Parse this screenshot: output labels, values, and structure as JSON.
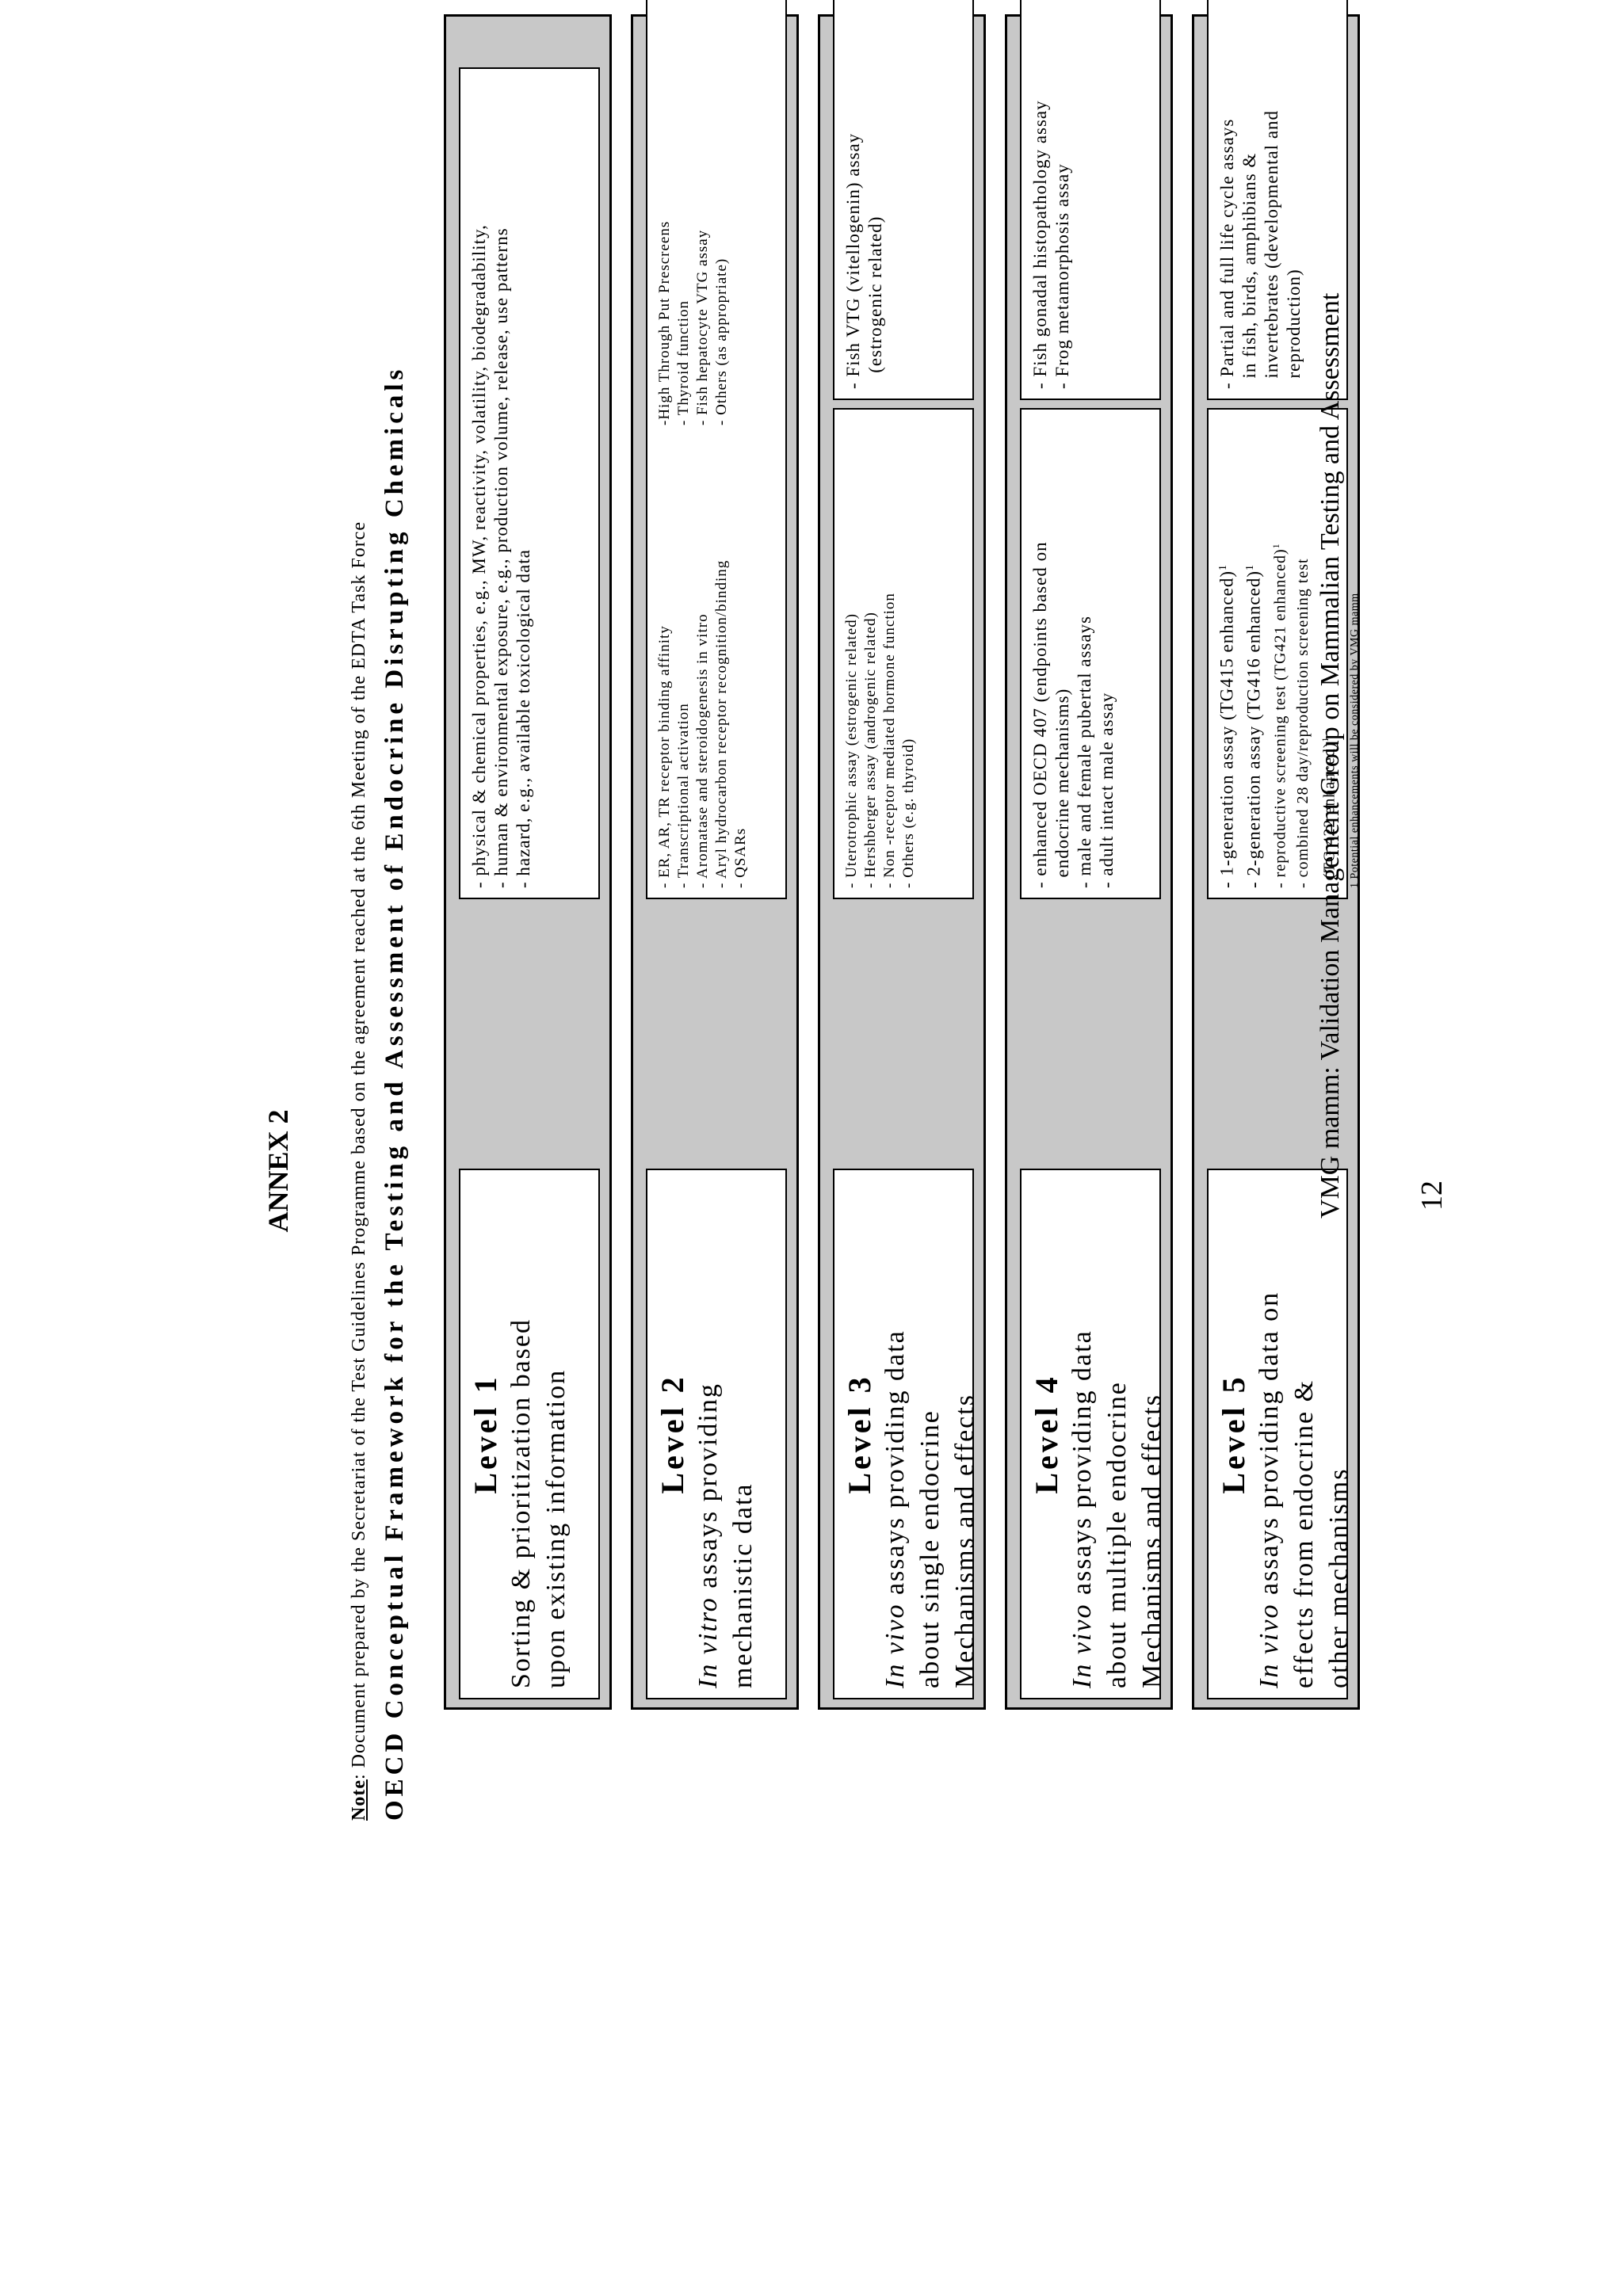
{
  "annex": "ANNEX 2",
  "note_label": "Note",
  "note_text": ": Document prepared by the Secretariat of the Test Guidelines Programme based on the agreement reached at the 6th Meeting of the EDTA Task Force",
  "title": "OECD Conceptual Framework for the Testing and Assessment of Endocrine Disrupting Chemicals",
  "levels": [
    {
      "title": "Level 1",
      "desc_lines": [
        "Sorting & prioritization based",
        "upon existing information"
      ],
      "col1": [
        "- physical & chemical properties, e.g., MW, reactivity, volatility,  biodegradability,",
        "- human & environmental exposure, e.g., production volume, release,  use patterns",
        "- hazard, e.g., available toxicological data"
      ]
    },
    {
      "title": "Level 2",
      "desc_em": "In vitro",
      "desc_rest": " assays providing",
      "desc_line2": "mechanistic data",
      "col1": [
        "- ER, AR, TR  receptor binding affinity",
        "- Transcriptional activation",
        "- Aromatase and steroidogenesis in vitro",
        "- Aryl hydrocarbon receptor recognition/binding",
        "- QSARs"
      ],
      "col2": [
        "-High Through Put Prescreens",
        "- Thyroid function",
        "- Fish hepatocyte VTG assay",
        "- Others (as appropriate)"
      ]
    },
    {
      "title": "Level 3",
      "desc_em": "In vivo",
      "desc_rest": " assays providing data",
      "desc_line2": "about single endocrine",
      "desc_line3": "Mechanisms and effects",
      "col1": [
        "- Uterotrophic assay  (estrogenic related)",
        "- Hershberger assay (androgenic related)",
        "- Non -receptor mediated hormone function",
        "- Others (e.g. thyroid)"
      ],
      "col2": [
        "- Fish VTG (vitellogenin) assay",
        "   (estrogenic related)"
      ]
    },
    {
      "title": "Level 4",
      "desc_em": "In vivo",
      "desc_rest": " assays providing data",
      "desc_line2": "about multiple endocrine",
      "desc_line3": "Mechanisms and effects",
      "col1": [
        "- enhanced OECD 407 (endpoints  based on",
        "  endocrine mechanisms)",
        "- male and female pubertal assays",
        "- adult intact male assay"
      ],
      "col2": [
        "- Fish gonadal histopathology assay",
        "- Frog metamorphosis assay"
      ]
    },
    {
      "title": "Level 5",
      "desc_em": "In vivo",
      "desc_rest": " assays providing data on",
      "desc_line2": "effects from endocrine &",
      "desc_line3": "other mechanisms",
      "col1": [
        "- 1-generation assay (TG415 enhanced)",
        "- 2-generation assay (TG416 enhanced)",
        "- reproductive screening test (TG421 enhanced)",
        "- combined 28 day/reproduction screening test",
        "  (TG 422 enhanced)"
      ],
      "sup": "1",
      "footnote": "1 Potential enhancements will be considered by VMG mamm",
      "col2": [
        "- Partial and full life cycle assays",
        "  in fish, birds, amphibians &",
        "  invertebrates (developmental and",
        "  reproduction)"
      ]
    }
  ],
  "footer": "VMG mamm: Validation Management Group on Mammalian Testing and Assessment",
  "page_number": "12"
}
